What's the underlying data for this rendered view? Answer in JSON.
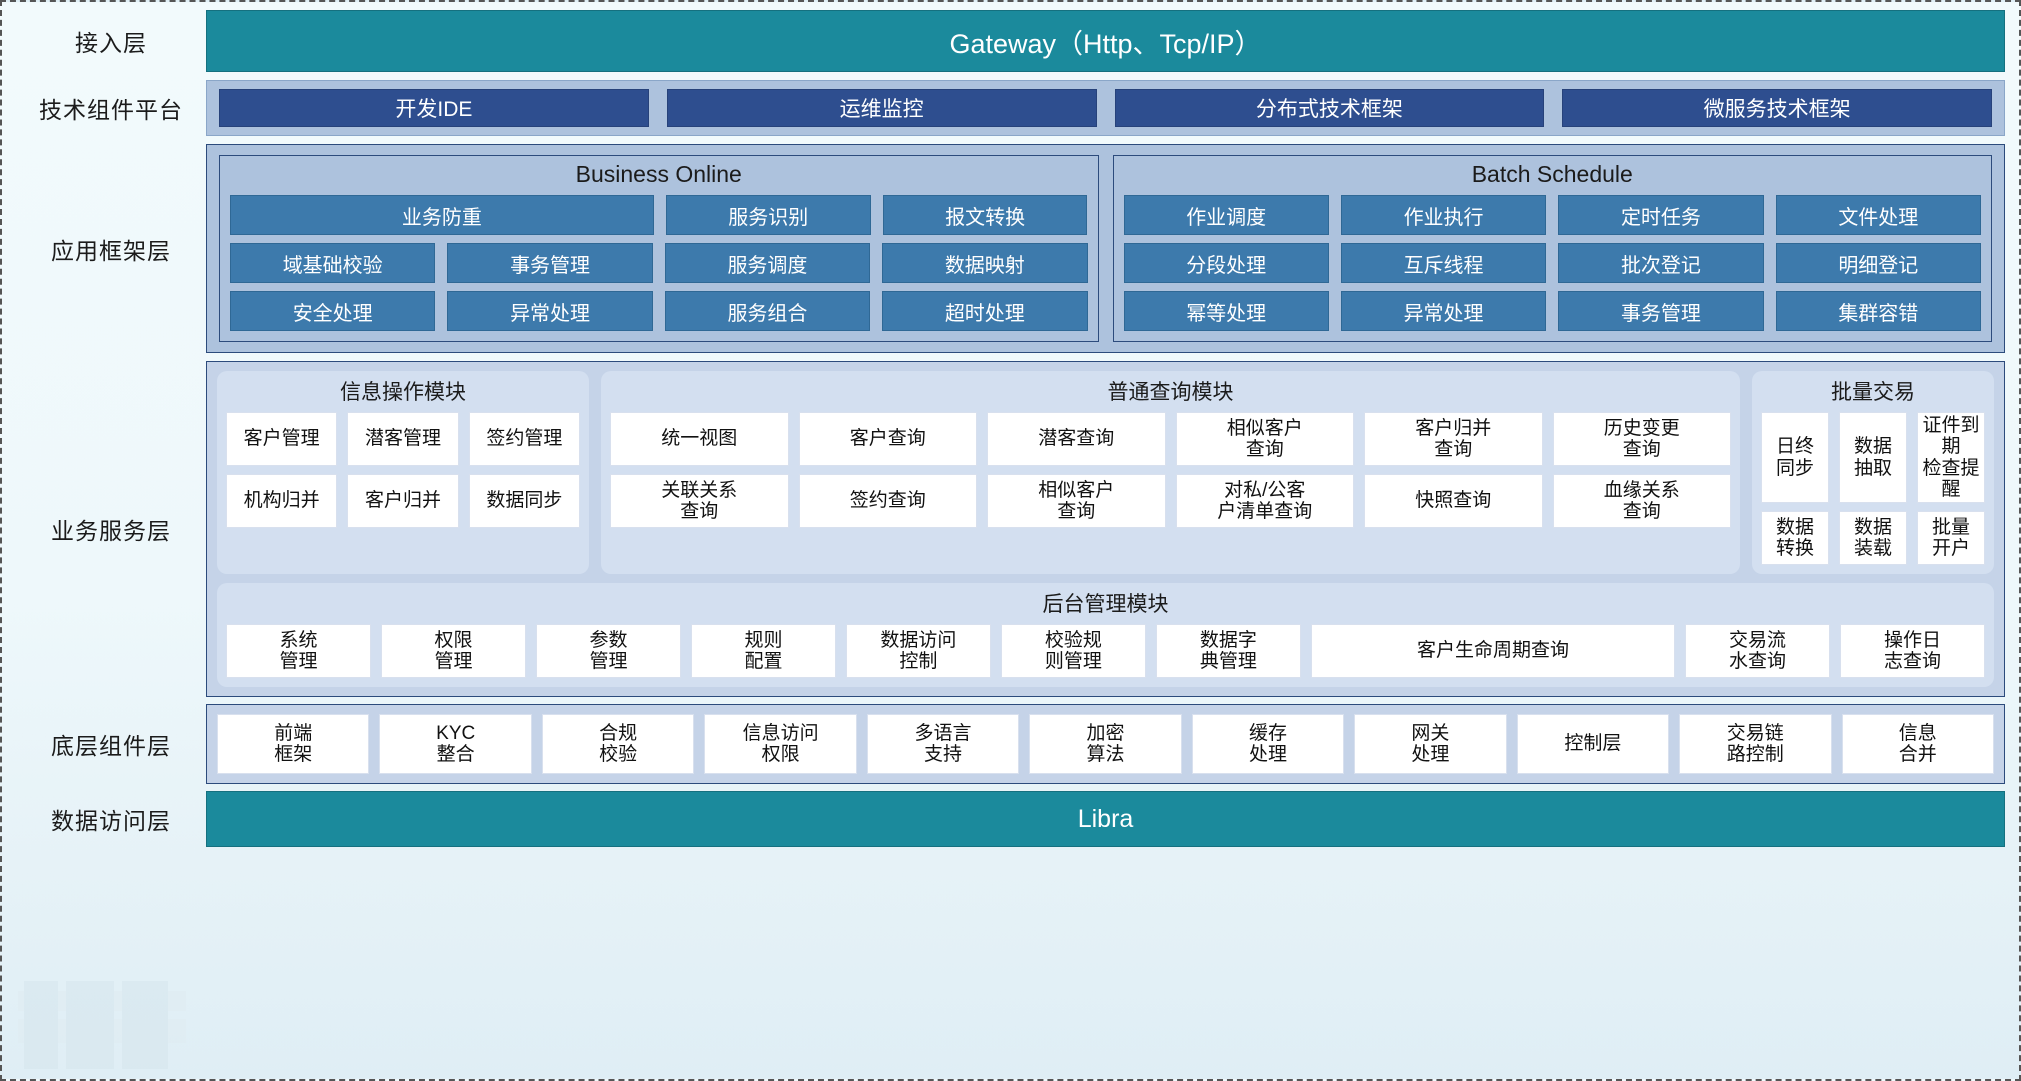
{
  "layers": {
    "access": {
      "label": "接入层",
      "bar": "Gateway（Http、Tcp/IP）"
    },
    "tech": {
      "label": "技术组件平台",
      "chips": [
        "开发IDE",
        "运维监控",
        "分布式技术框架",
        "微服务技术框架"
      ]
    },
    "appframework": {
      "label": "应用框架层",
      "groups": [
        {
          "title": "Business Online",
          "rows": [
            [
              "业务防重",
              "服务识别",
              "报文转换"
            ],
            [
              "域基础校验",
              "事务管理",
              "服务调度",
              "数据映射"
            ],
            [
              "安全处理",
              "异常处理",
              "服务组合",
              "超时处理"
            ]
          ]
        },
        {
          "title": "Batch Schedule",
          "rows": [
            [
              "作业调度",
              "作业执行",
              "定时任务",
              "文件处理"
            ],
            [
              "分段处理",
              "互斥线程",
              "批次登记",
              "明细登记"
            ],
            [
              "幂等处理",
              "异常处理",
              "事务管理",
              "集群容错"
            ]
          ]
        }
      ]
    },
    "bizservice": {
      "label": "业务服务层",
      "groups": [
        {
          "title": "信息操作模块",
          "rows": [
            [
              "客户管理",
              "潜客管理",
              "签约管理"
            ],
            [
              "机构归并",
              "客户归并",
              "数据同步"
            ]
          ]
        },
        {
          "title": "普通查询模块",
          "rows": [
            [
              "统一视图",
              "客户查询",
              "潜客查询",
              "相似客户\n查询",
              "客户归并\n查询",
              "历史变更\n查询"
            ],
            [
              "关联关系\n查询",
              "签约查询",
              "相似客户\n查询",
              "对私/公客\n户清单查询",
              "快照查询",
              "血缘关系\n查询"
            ]
          ]
        },
        {
          "title": "批量交易",
          "rows": [
            [
              "日终\n同步",
              "数据\n抽取",
              "证件到期\n检查提醒"
            ],
            [
              "数据\n转换",
              "数据\n装载",
              "批量\n开户"
            ]
          ]
        }
      ],
      "backoffice": {
        "title": "后台管理模块",
        "cells": [
          "系统\n管理",
          "权限\n管理",
          "参数\n管理",
          "规则\n配置",
          "数据访问\n控制",
          "校验规\n则管理",
          "数据字\n典管理",
          "客户生命周期查询",
          "交易流\n水查询",
          "操作日\n志查询"
        ]
      }
    },
    "component": {
      "label": "底层组件层",
      "cells": [
        "前端\n框架",
        "KYC\n整合",
        "合规\n校验",
        "信息访问\n权限",
        "多语言\n支持",
        "加密\n算法",
        "缓存\n处理",
        "网关\n处理",
        "控制层",
        "交易链\n路控制",
        "信息\n合并"
      ]
    },
    "dataaccess": {
      "label": "数据访问层",
      "bar": "Libra"
    }
  },
  "colors": {
    "teal": "#1b8a9c",
    "tech_band": "#adc2dd",
    "tech_chip": "#2e4e8f",
    "fw_chip": "#3d7aac",
    "biz_band": "#c5d3e8",
    "biz_group": "#d3dff0",
    "cell_bg": "#ffffff",
    "border_dark": "#2c4b7c",
    "page_bg": "#eef8fb"
  }
}
